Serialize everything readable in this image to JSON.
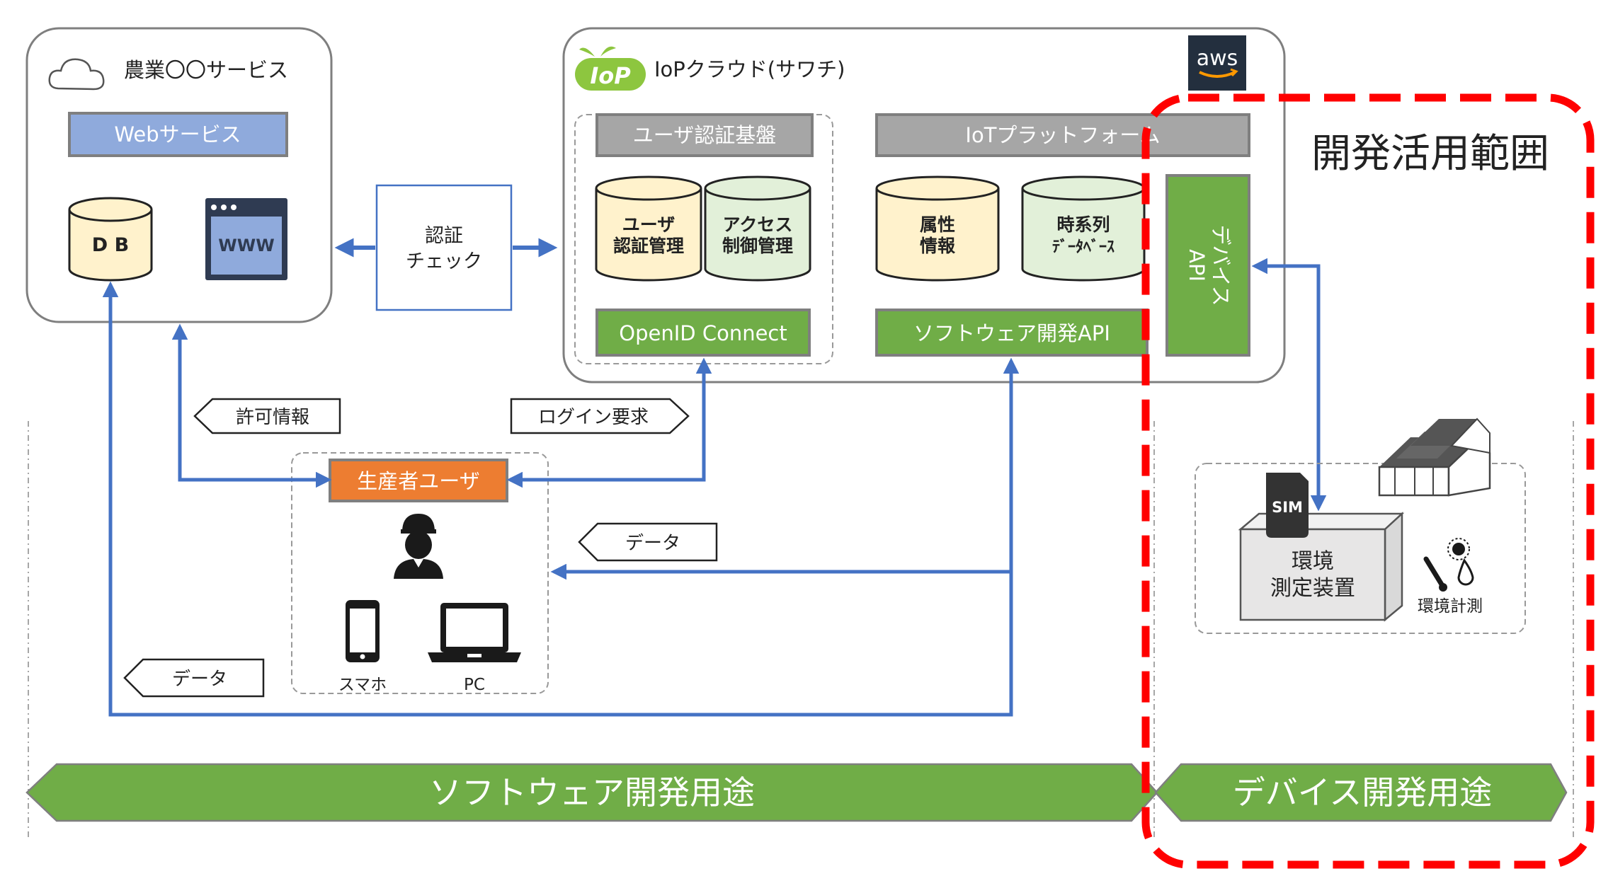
{
  "agri_service": {
    "title": "農業〇〇サービス",
    "web_service": "Webサービス",
    "db_label": "D B",
    "www_label": "WWW"
  },
  "auth_check": {
    "line1": "認証",
    "line2": "チェック"
  },
  "iop_cloud": {
    "logo_text": "IoP",
    "title": "IoPクラウド(サワチ)",
    "aws_label": "aws",
    "user_auth": {
      "header": "ユーザ認証基盤",
      "db1": [
        "ユーザ",
        "認証管理"
      ],
      "db2": [
        "アクセス",
        "制御管理"
      ],
      "openid": "OpenID Connect"
    },
    "iot_platform": {
      "header": "IoTプラットフォーム",
      "db1": [
        "属性",
        "情報"
      ],
      "db2": [
        "時系列",
        "ﾃﾞｰﾀﾍﾞｰｽ"
      ],
      "software_api": "ソフトウェア開発API",
      "device_api": [
        "デバイス",
        "API"
      ]
    }
  },
  "dev_scope": {
    "title": "開発活用範囲"
  },
  "flows": {
    "permission_info": "許可情報",
    "login_request": "ログイン要求",
    "data_1": "データ",
    "data_2": "データ"
  },
  "producer": {
    "label": "生産者ユーザ",
    "smartphone": "スマホ",
    "pc": "PC"
  },
  "device": {
    "sim": "SIM",
    "box": [
      "環境",
      "測定装置"
    ],
    "env_measure": "環境計測"
  },
  "bands": {
    "software": "ソフトウェア開発用途",
    "device": "デバイス開発用途"
  },
  "colors": {
    "arrow_blue": "#4472c4",
    "green": "#70ad47",
    "orange": "#ed7d31",
    "gray_header": "#a6a6a6",
    "blue_header": "#8faadc",
    "cream": "#fff2cc",
    "light_green": "#e2f0d9",
    "scope_red": "#ff0000"
  }
}
